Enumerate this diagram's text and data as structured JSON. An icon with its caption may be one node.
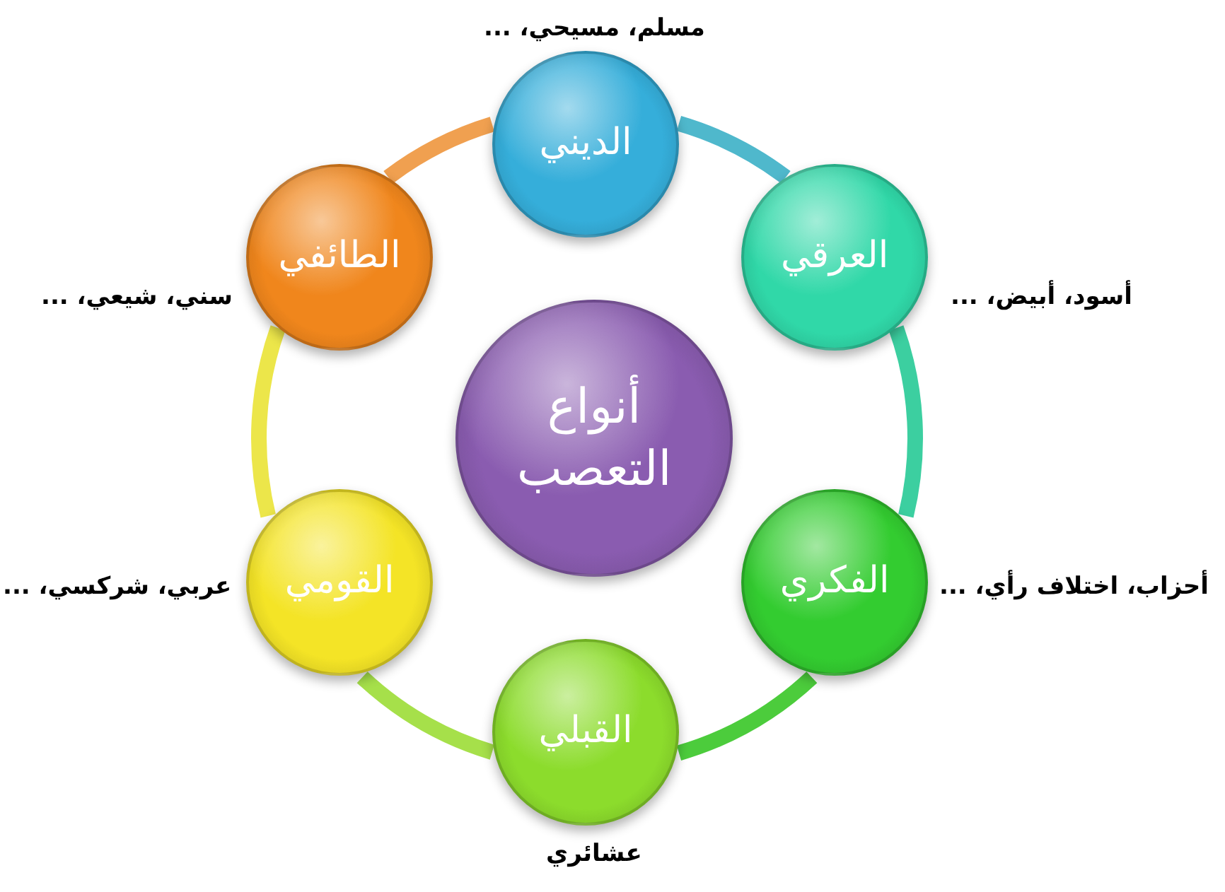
{
  "diagram": {
    "nodes": [
      {
        "text": [
          "أنواع التعصب"
        ]
      },
      {
        "text": [
          "الديني"
        ],
        "beside": [
          "مسلم، مسيحي، ..."
        ]
      },
      {
        "text": [
          "الطائفي"
        ],
        "beside": [
          "سني، شيعي، ..."
        ]
      },
      {
        "text": [
          "العرقي"
        ],
        "beside": [
          "أسود، أبيض، ..."
        ]
      },
      {
        "text": [
          "القومي"
        ],
        "beside": [
          "عربي، شركسي، ..."
        ]
      },
      {
        "text": [
          "الفكري"
        ],
        "beside": [
          "أحزاب، اختلاف رأي، ..."
        ]
      },
      {
        "text": [
          "القبلي"
        ],
        "beside": [
          "عشائري"
        ]
      }
    ],
    "edges": [
      {
        "from": 1,
        "to": 3,
        "arrow": "none",
        "color": "#4fb8cc"
      },
      {
        "from": 3,
        "to": 5,
        "arrow": "none",
        "color": "#3ccfa0"
      },
      {
        "from": 5,
        "to": 6,
        "arrow": "none",
        "color": "#4ccc3c"
      },
      {
        "from": 6,
        "to": 4,
        "arrow": "none",
        "color": "#a6e04a"
      },
      {
        "from": 4,
        "to": 2,
        "arrow": "none",
        "color": "#ece64a"
      },
      {
        "from": 2,
        "to": 1,
        "arrow": "none",
        "color": "#f0a050"
      }
    ]
  }
}
